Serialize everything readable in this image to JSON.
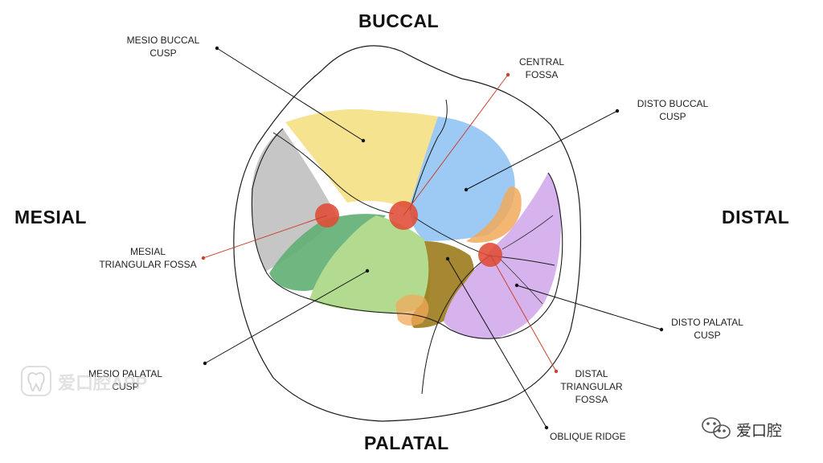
{
  "directions": {
    "buccal": "BUCCAL",
    "mesial": "MESIAL",
    "distal": "DISTAL",
    "palatal": "PALATAL"
  },
  "labels": {
    "mesio_buccal_cusp": "MESIO BUCCAL\nCUSP",
    "central_fossa": "CENTRAL\nFOSSA",
    "disto_buccal_cusp": "DISTO BUCCAL\nCUSP",
    "mesial_triangular_fossa": "MESIAL\nTRIANGULAR FOSSA",
    "disto_palatal_cusp": "DISTO PALATAL\nCUSP",
    "distal_triangular_fossa": "DISTAL\nTRIANGULAR\nFOSSA",
    "mesio_palatal_cusp": "MESIO PALATAL\nCUSP",
    "oblique_ridge": "OBLIQUE RIDGE"
  },
  "watermark": {
    "text": "爱口腔APP",
    "icon": "tooth-icon"
  },
  "brand": {
    "text": "爱口腔",
    "icon": "wechat-icon"
  },
  "colors": {
    "mesio_buccal": "#f6e38f",
    "disto_buccal": "#9ccaf5",
    "mesial_grey": "#c4c4c4",
    "mesial_green": "#5fad72",
    "mesio_palatal": "#b3db8f",
    "oblique_brown": "#9c7a1c",
    "orange": "#f2aa5b",
    "disto_palatal": "#d7b3ee",
    "fossa_red": "#e04b36",
    "leader_red": "#c8432c"
  }
}
